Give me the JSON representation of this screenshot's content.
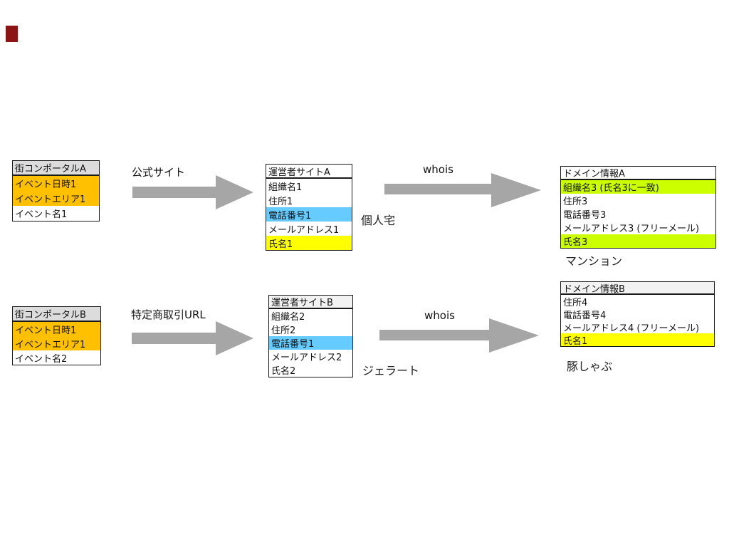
{
  "marker": {
    "color": "#8B1414"
  },
  "colors": {
    "orange": "#FFC000",
    "blue": "#66CCFF",
    "yellow": "#FFFF00",
    "green": "#CCFF00",
    "header_gray": "#DCDCDC",
    "header_light": "#F2F2F2",
    "white": "#FFFFFF",
    "arrow_gray": "#A6A6A6"
  },
  "flow_a": {
    "portal": {
      "title": "街コンポータルA",
      "header_bg": "#DCDCDC",
      "rows": [
        {
          "text": "イベント日時1",
          "bg": "#FFC000"
        },
        {
          "text": "イベントエリア1",
          "bg": "#FFC000"
        },
        {
          "text": "イベント名1",
          "bg": "#FFFFFF"
        }
      ]
    },
    "arrow1_label": "公式サイト",
    "site": {
      "title": "運営者サイトA",
      "header_bg": "#FFFFFF",
      "rows": [
        {
          "text": "組織名1",
          "bg": "#FFFFFF"
        },
        {
          "text": "住所1",
          "bg": "#FFFFFF"
        },
        {
          "text": "電話番号1",
          "bg": "#66CCFF"
        },
        {
          "text": "メールアドレス1",
          "bg": "#FFFFFF"
        },
        {
          "text": "氏名1",
          "bg": "#FFFF00"
        }
      ]
    },
    "site_note": "個人宅",
    "arrow2_label": "whois",
    "domain": {
      "title": "ドメイン情報A",
      "header_bg": "#FFFFFF",
      "rows": [
        {
          "text": "組織名3 (氏名3に一致)",
          "bg": "#CCFF00"
        },
        {
          "text": "住所3",
          "bg": "#FFFFFF"
        },
        {
          "text": "電話番号3",
          "bg": "#FFFFFF"
        },
        {
          "text": "メールアドレス3 (フリーメール)",
          "bg": "#FFFFFF"
        },
        {
          "text": "氏名3",
          "bg": "#CCFF00"
        }
      ]
    },
    "domain_note": "マンション"
  },
  "flow_b": {
    "portal": {
      "title": "街コンポータルB",
      "header_bg": "#DCDCDC",
      "rows": [
        {
          "text": "イベント日時1",
          "bg": "#FFC000"
        },
        {
          "text": "イベントエリア1",
          "bg": "#FFC000"
        },
        {
          "text": "イベント名2",
          "bg": "#FFFFFF"
        }
      ]
    },
    "arrow1_label": "特定商取引URL",
    "site": {
      "title": "運営者サイトB",
      "header_bg": "#F2F2F2",
      "rows": [
        {
          "text": "組織名2",
          "bg": "#FFFFFF"
        },
        {
          "text": "住所2",
          "bg": "#FFFFFF"
        },
        {
          "text": "電話番号1",
          "bg": "#66CCFF"
        },
        {
          "text": "メールアドレス2",
          "bg": "#FFFFFF"
        },
        {
          "text": "氏名2",
          "bg": "#FFFFFF"
        }
      ]
    },
    "site_note": "ジェラート",
    "arrow2_label": "whois",
    "domain": {
      "title": "ドメイン情報B",
      "header_bg": "#F2F2F2",
      "rows": [
        {
          "text": "住所4",
          "bg": "#FFFFFF"
        },
        {
          "text": "電話番号4",
          "bg": "#FFFFFF"
        },
        {
          "text": "メールアドレス4 (フリーメール)",
          "bg": "#FFFFFF"
        },
        {
          "text": "氏名1",
          "bg": "#FFFF00"
        }
      ]
    },
    "domain_note": "豚しゃぶ"
  }
}
